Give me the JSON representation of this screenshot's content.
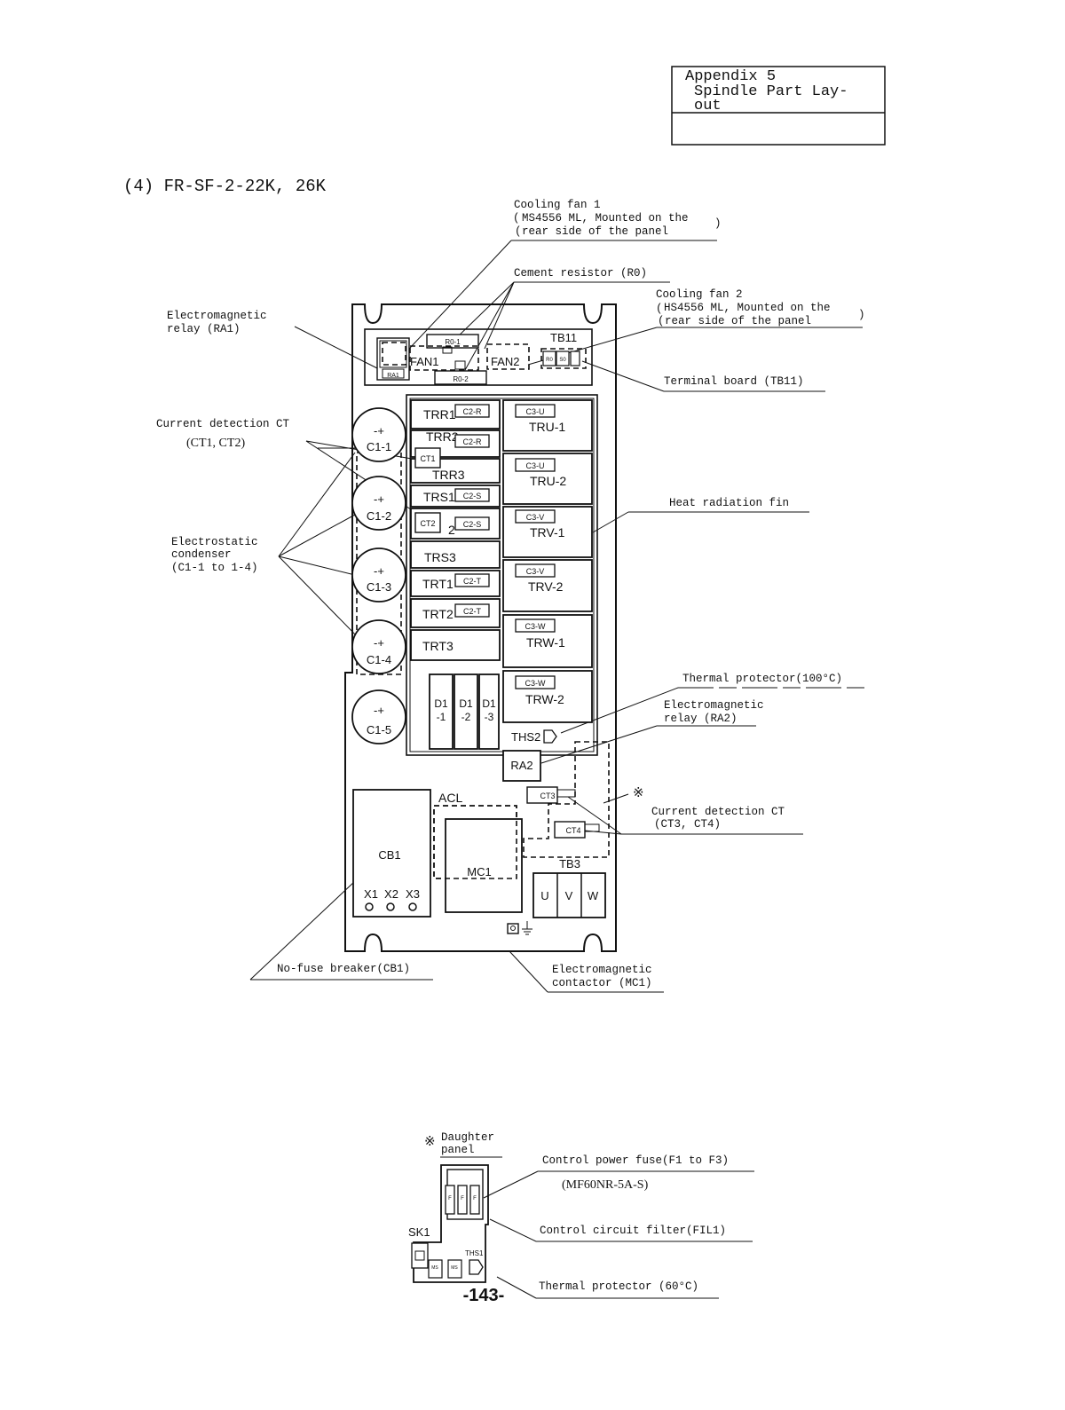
{
  "header": {
    "line1": "Appendix 5",
    "line2": "Spindle Part Lay-",
    "line3": "out"
  },
  "section_title": "(4) FR-SF-2-22K, 26K",
  "callouts": {
    "fan1_l1": "Cooling fan 1",
    "fan1_l2": "MS4556 ML, Mounted on the",
    "fan1_l3": "rear side of the panel",
    "cement": "Cement resistor (R0)",
    "fan2_l1": "Cooling fan 2",
    "fan2_l2": "HS4556 ML, Mounted on the",
    "fan2_l3": "rear side of the panel",
    "tb11": "Terminal board (TB11)",
    "ra1_l1": "Electromagnetic",
    "ra1_l2": "relay (RA1)",
    "ct12_l1": "Current detection CT",
    "ct12_l2": "(CT1, CT2)",
    "cond_l1": "Electrostatic",
    "cond_l2": "condenser",
    "cond_l3": "(C1-1 to 1-4)",
    "fin": "Heat radiation fin",
    "thp100": "Thermal protector(100°C)",
    "ra2_l1": "Electromagnetic",
    "ra2_l2": "relay (RA2)",
    "ct34_l1": "Current detection CT",
    "ct34_l2": "(CT3, CT4)",
    "cb1": "No-fuse breaker(CB1)",
    "mc1_l1": "Electromagnetic",
    "mc1_l2": "contactor (MC1)",
    "asterisk": "※"
  },
  "board_labels": {
    "ra1": "RA1",
    "fan1": "FAN1",
    "fan2": "FAN2",
    "r01": "R0-1",
    "r02": "R0-2",
    "tb11": "TB11",
    "tb_r0": "R0",
    "tb_s0": "S0",
    "trr1": "TRR1",
    "trr2": "TRR2",
    "trr3": "TRR3",
    "trs1": "TRS1",
    "trs2": "2",
    "trs3": "TRS3",
    "trt1": "TRT1",
    "trt2": "TRT2",
    "trt3": "TRT3",
    "c2r": "C2-R",
    "c2s": "C2-S",
    "c2t": "C2-T",
    "ct1": "CT1",
    "ct2": "CT2",
    "tru1": "TRU-1",
    "tru2": "TRU-2",
    "trv1": "TRV-1",
    "trv2": "TRV-2",
    "trw1": "TRW-1",
    "trw2": "TRW-2",
    "c3u": "C3-U",
    "c3v": "C3-V",
    "c3w": "C3-W",
    "c1_1": "C1-1",
    "c1_2": "C1-2",
    "c1_3": "C1-3",
    "c1_4": "C1-4",
    "c1_5": "C1-5",
    "cap_pm": "-+",
    "d1": "D1",
    "d1_1": "-1",
    "d1_2": "-2",
    "d1_3": "-3",
    "ths2": "THS2",
    "ra2": "RA2",
    "ct3": "CT3",
    "ct4": "CT4",
    "acl": "ACL",
    "mc1": "MC1",
    "cb1": "CB1",
    "x1": "X1",
    "x2": "X2",
    "x3": "X3",
    "tb3": "TB3",
    "u": "U",
    "v": "V",
    "w": "W"
  },
  "daughter": {
    "asterisk": "※",
    "title_l1": "Daughter",
    "title_l2": "panel",
    "fuse_l1": "Control power fuse(F1 to F3)",
    "fuse_l2": "(MF60NR-5A-S)",
    "filter": "Control circuit filter(FIL1)",
    "thp60": "Thermal protector (60°C)",
    "sk1": "SK1",
    "ths1": "THS1",
    "f": "F",
    "ms": "MS"
  },
  "page_number": "-143-"
}
